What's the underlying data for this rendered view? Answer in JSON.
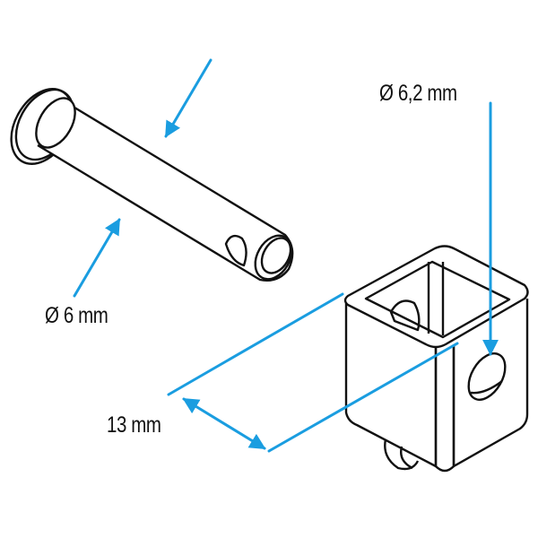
{
  "diagram": {
    "colors": {
      "line": "#111111",
      "accent": "#1a9de0",
      "background": "#ffffff"
    },
    "parts": [
      {
        "name": "clevis-pin",
        "label": "Ø 6 mm"
      },
      {
        "name": "cube-clevis",
        "hole_label": "Ø 6,2 mm",
        "length_label": "13 mm"
      }
    ],
    "labels": {
      "pin_diameter": "Ø 6 mm",
      "hole_diameter": "Ø 6,2 mm",
      "length": "13 mm"
    }
  }
}
